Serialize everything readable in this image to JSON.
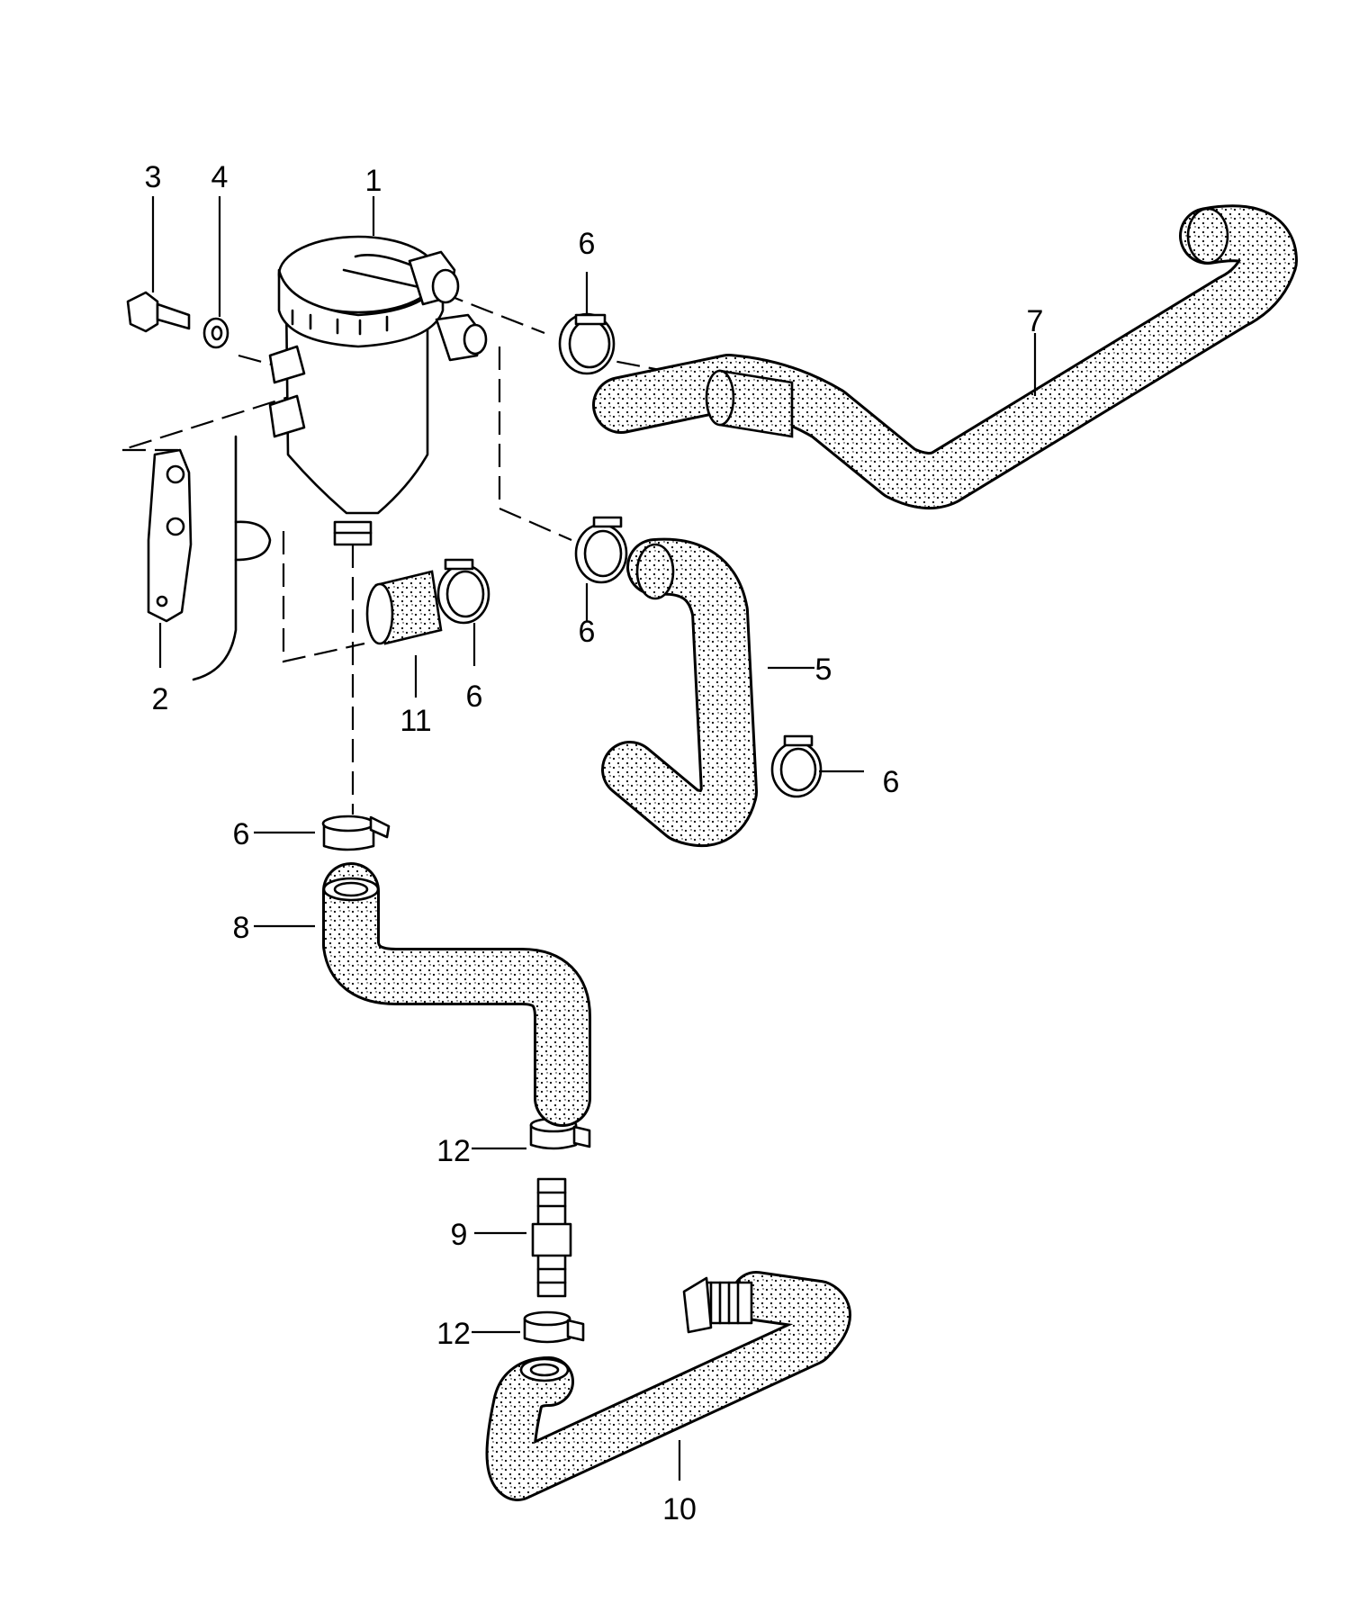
{
  "diagram": {
    "callouts": [
      {
        "label": "1"
      },
      {
        "label": "2"
      },
      {
        "label": "3"
      },
      {
        "label": "4"
      },
      {
        "label": "5"
      },
      {
        "label": "6"
      },
      {
        "label": "6"
      },
      {
        "label": "6"
      },
      {
        "label": "6"
      },
      {
        "label": "6"
      },
      {
        "label": "7"
      },
      {
        "label": "8"
      },
      {
        "label": "9"
      },
      {
        "label": "10"
      },
      {
        "label": "11"
      },
      {
        "label": "12"
      },
      {
        "label": "12"
      }
    ]
  }
}
